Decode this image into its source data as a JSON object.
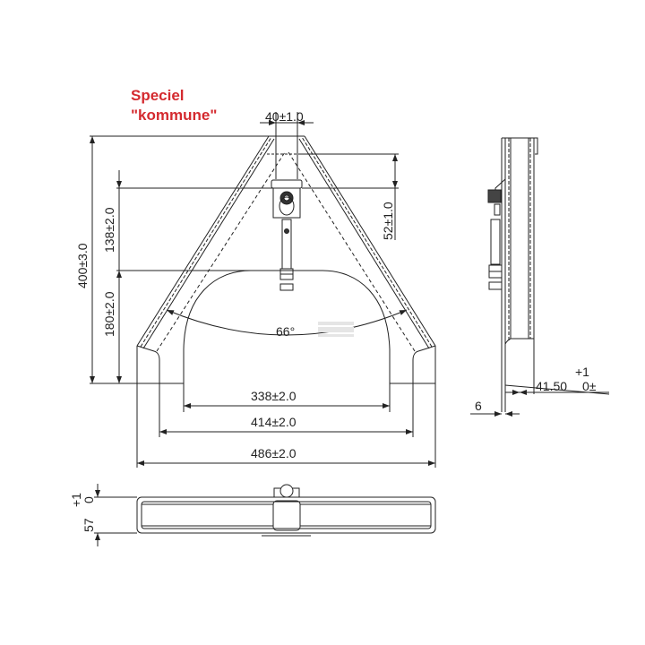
{
  "annotation": {
    "line1": "Speciel",
    "line2": "\"kommune\"",
    "color": "#d42a2f"
  },
  "front_view": {
    "dim_top_width": "40±1.0",
    "dim_total_height": "400±3.0",
    "dim_upper_height": "138±2.0",
    "dim_lower_height": "180±2.0",
    "dim_pin_offset": "52±1.0",
    "angle": "66°",
    "dim_inner_width": "338±2.0",
    "dim_mid_width": "414±2.0",
    "dim_outer_width": "486±2.0"
  },
  "side_view": {
    "dim_depth": "41.50",
    "dim_depth_tol_upper": "+1",
    "dim_depth_tol_lower": "0±",
    "dim_plate": "6"
  },
  "top_view": {
    "dim_height": "57",
    "dim_tol_upper": "+1",
    "dim_tol_lower": "0"
  }
}
